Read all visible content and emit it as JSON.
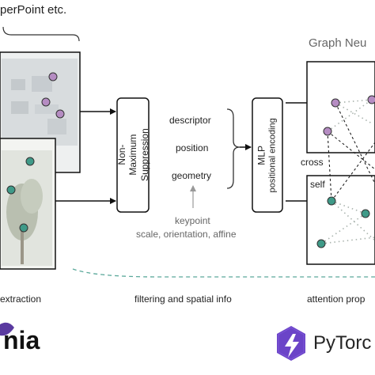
{
  "header": {
    "features_title": "perPoint etc.",
    "gnn_title": "Graph Neu"
  },
  "pipeline": {
    "nms_label": "Non-Maximum Suppression",
    "outputs": [
      "descriptor",
      "position",
      "geometry"
    ],
    "mlp_label": "MLP",
    "mlp_sublabel": "positional encoding",
    "keypoint_note": "keypoint",
    "keypoint_detail": "scale, orientation, affine"
  },
  "graph": {
    "cross_label": "cross",
    "self_label": "self"
  },
  "stages": [
    "extraction",
    "filtering and spatial info",
    "attention prop"
  ],
  "logos": {
    "kornia_text": "nia",
    "pytorch_text": "PyTorc"
  },
  "colors": {
    "purple_keypoint": "#b58cc2",
    "teal_keypoint": "#3f9a88",
    "pytorch_orange": "#ee4c2c",
    "kornia_purple": "#5a3aa0"
  }
}
